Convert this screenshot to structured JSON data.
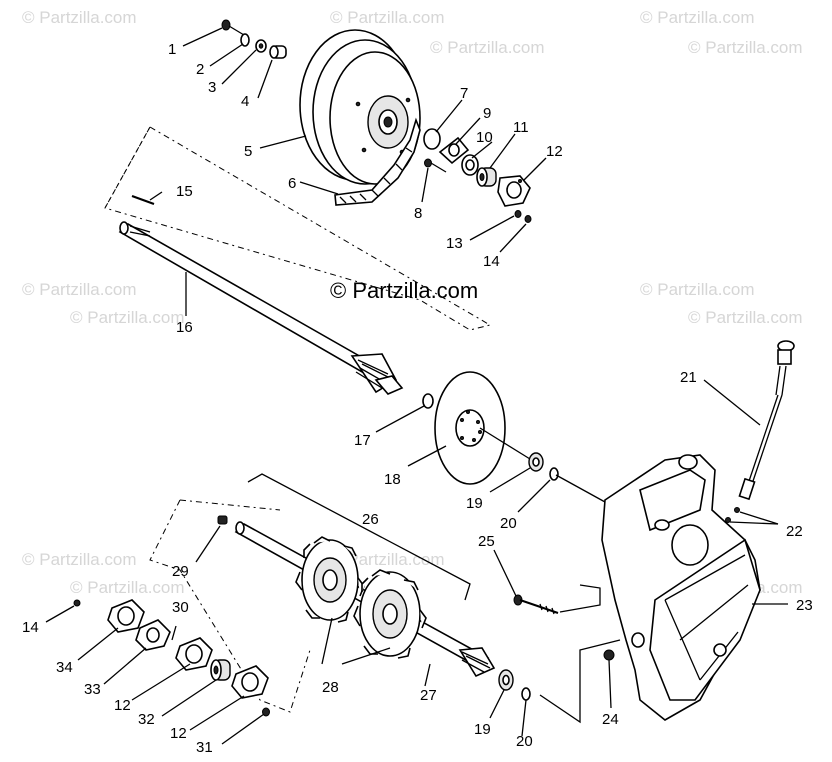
{
  "watermark": {
    "text": "© Partzilla.com",
    "center_text": "© Partzilla.com"
  },
  "callouts": [
    {
      "id": "c1",
      "label": "1"
    },
    {
      "id": "c2",
      "label": "2"
    },
    {
      "id": "c3",
      "label": "3"
    },
    {
      "id": "c4",
      "label": "4"
    },
    {
      "id": "c5",
      "label": "5"
    },
    {
      "id": "c6",
      "label": "6"
    },
    {
      "id": "c7",
      "label": "7"
    },
    {
      "id": "c8",
      "label": "8"
    },
    {
      "id": "c9",
      "label": "9"
    },
    {
      "id": "c10",
      "label": "10"
    },
    {
      "id": "c11",
      "label": "11"
    },
    {
      "id": "c12a",
      "label": "12"
    },
    {
      "id": "c13",
      "label": "13"
    },
    {
      "id": "c14a",
      "label": "14"
    },
    {
      "id": "c15",
      "label": "15"
    },
    {
      "id": "c16",
      "label": "16"
    },
    {
      "id": "c17",
      "label": "17"
    },
    {
      "id": "c18",
      "label": "18"
    },
    {
      "id": "c19a",
      "label": "19"
    },
    {
      "id": "c20a",
      "label": "20"
    },
    {
      "id": "c21",
      "label": "21"
    },
    {
      "id": "c22",
      "label": "22"
    },
    {
      "id": "c23",
      "label": "23"
    },
    {
      "id": "c24",
      "label": "24"
    },
    {
      "id": "c25",
      "label": "25"
    },
    {
      "id": "c26",
      "label": "26"
    },
    {
      "id": "c27",
      "label": "27"
    },
    {
      "id": "c28",
      "label": "28"
    },
    {
      "id": "c29",
      "label": "29"
    },
    {
      "id": "c30",
      "label": "30"
    },
    {
      "id": "c31",
      "label": "31"
    },
    {
      "id": "c32",
      "label": "32"
    },
    {
      "id": "c33",
      "label": "33"
    },
    {
      "id": "c34",
      "label": "34"
    },
    {
      "id": "c14b",
      "label": "14"
    },
    {
      "id": "c12b",
      "label": "12"
    },
    {
      "id": "c12c",
      "label": "12"
    },
    {
      "id": "c19b",
      "label": "19"
    },
    {
      "id": "c20b",
      "label": "20"
    }
  ]
}
